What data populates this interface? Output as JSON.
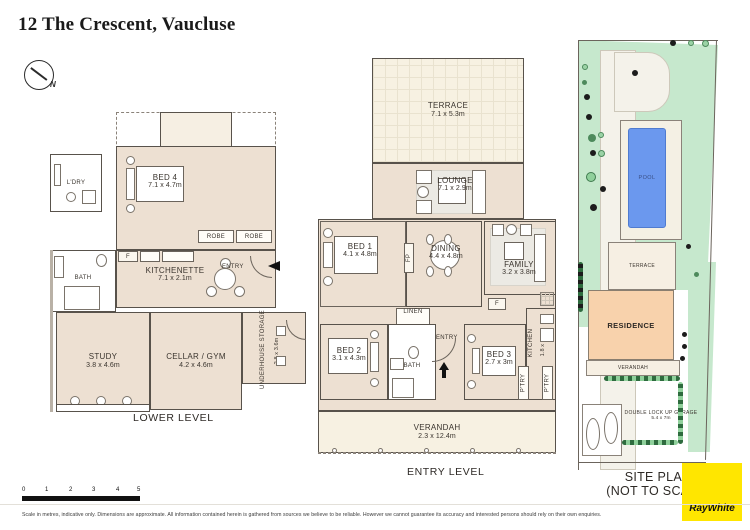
{
  "title": "12 The Crescent, Vaucluse",
  "compass": {
    "icon": "north-compass-icon",
    "label": "N"
  },
  "levels": {
    "lower": {
      "caption": "LOWER LEVEL"
    },
    "entry": {
      "caption": "ENTRY LEVEL"
    },
    "site": {
      "caption_line1": "SITE PLAN",
      "caption_line2": "(NOT TO SCALE)"
    }
  },
  "lower_level_rooms": [
    {
      "name": "L'DRY",
      "dim": ""
    },
    {
      "name": "BED 4",
      "dim": "7.1 x 4.7m"
    },
    {
      "name": "ROBE",
      "dim": ""
    },
    {
      "name": "ROBE",
      "dim": ""
    },
    {
      "name": "ENTRY",
      "dim": ""
    },
    {
      "name": "BATH",
      "dim": ""
    },
    {
      "name": "KITCHENETTE",
      "dim": "7.1 x 2.1m"
    },
    {
      "name": "STUDY",
      "dim": "3.8 x 4.6m"
    },
    {
      "name": "CELLAR / GYM",
      "dim": "4.2 x 4.6m"
    },
    {
      "name": "UNDERHOUSE STORAGE",
      "dim": "2.8 x 3.6m"
    },
    {
      "name": "F",
      "dim": ""
    }
  ],
  "entry_level_rooms": [
    {
      "name": "TERRACE",
      "dim": "7.1 x 5.3m"
    },
    {
      "name": "LOUNGE",
      "dim": "7.1 x 2.9m"
    },
    {
      "name": "BED 1",
      "dim": "4.1 x 4.8m"
    },
    {
      "name": "DINING",
      "dim": "4.4 x 4.8m"
    },
    {
      "name": "FAMILY",
      "dim": "3.2 x 3.8m"
    },
    {
      "name": "FP",
      "dim": ""
    },
    {
      "name": "LINEN",
      "dim": ""
    },
    {
      "name": "BED 2",
      "dim": "3.1 x 4.3m"
    },
    {
      "name": "BATH",
      "dim": ""
    },
    {
      "name": "ENTRY",
      "dim": ""
    },
    {
      "name": "BED 3",
      "dim": "2.7 x 3m"
    },
    {
      "name": "KITCHEN",
      "dim": "1.8 x 5.2m"
    },
    {
      "name": "P'TRY",
      "dim": ""
    },
    {
      "name": "P'TRY",
      "dim": ""
    },
    {
      "name": "F",
      "dim": ""
    },
    {
      "name": "VERANDAH",
      "dim": "2.3 x 12.4m"
    }
  ],
  "site_plan": {
    "pool": "POOL",
    "terrace": "TERRACE",
    "residence": "RESIDENCE",
    "verandah": "VERANDAH",
    "garage": "DOUBLE LOCK UP GARAGE",
    "garage_dim": "5.4 x 7m"
  },
  "scale": {
    "ticks": [
      "0",
      "1",
      "2",
      "3",
      "4",
      "5"
    ],
    "unit": "metres"
  },
  "footer": "Scale in metres, indicative only. Dimensions are approximate. All information contained herein is gathered from sources we believe to be reliable. However we cannot guarantee its accuracy and interested persons should rely on their own enquiries.",
  "brand": {
    "logo_text": "RayWhite",
    "color": "#ffe600"
  }
}
